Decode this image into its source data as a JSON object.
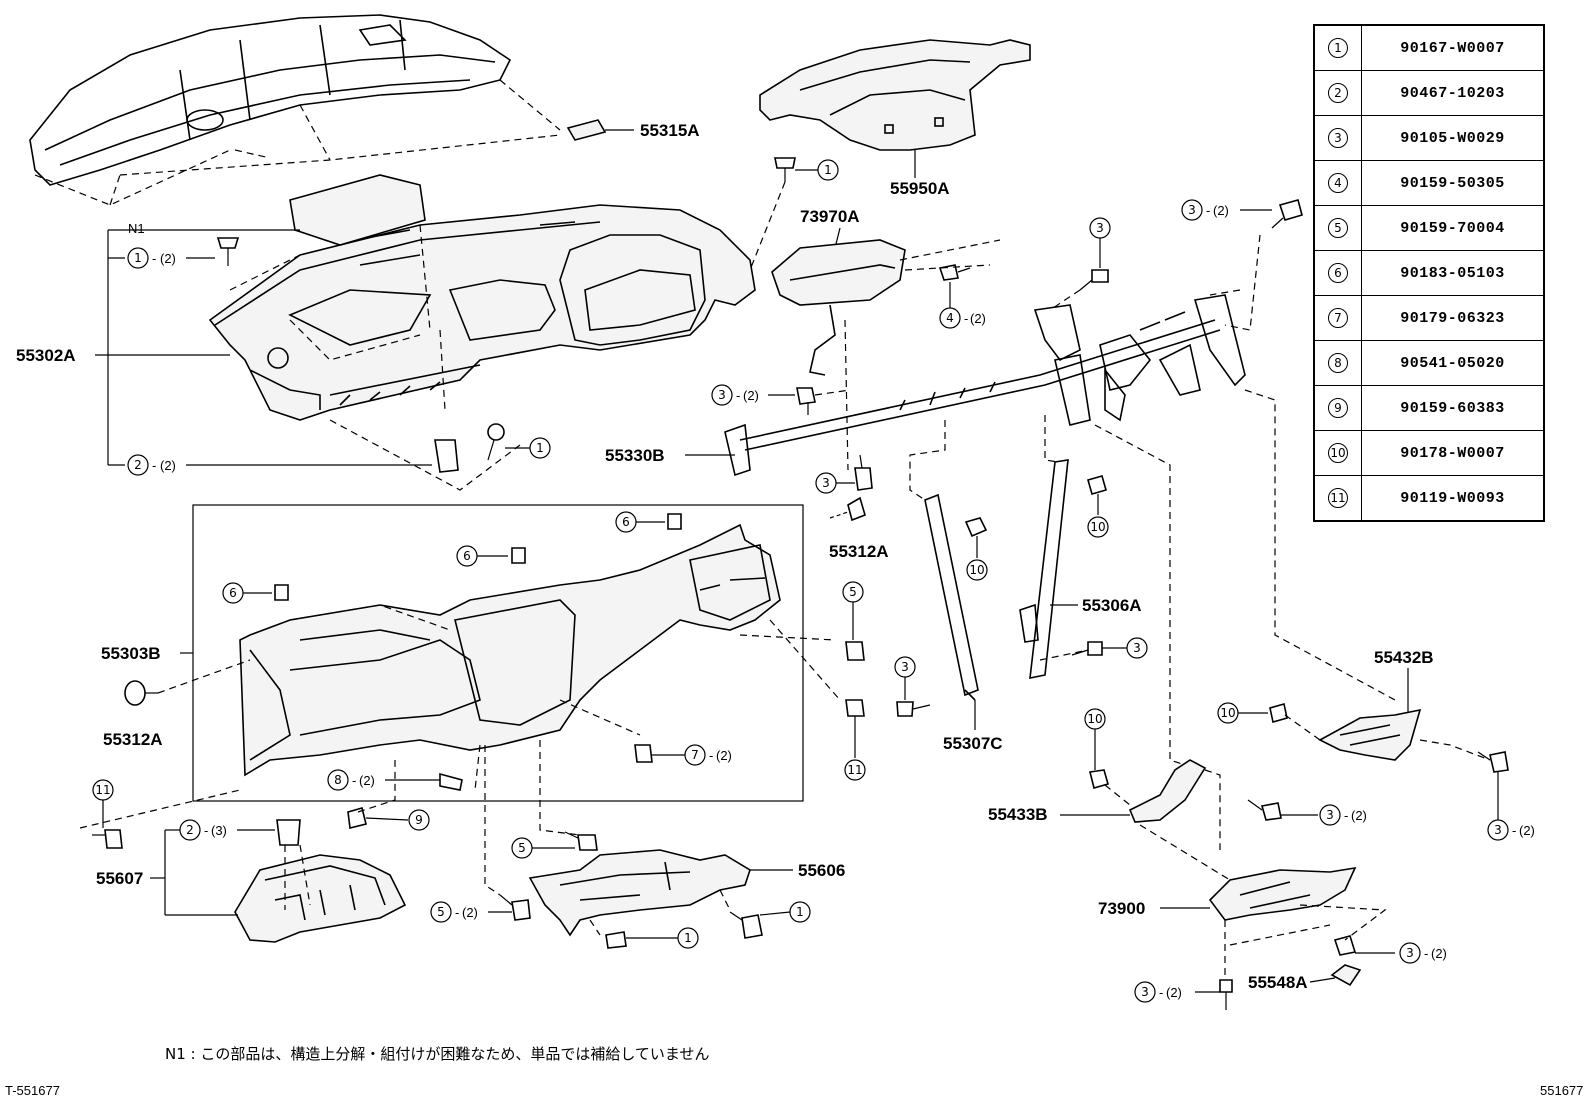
{
  "parts_table": [
    {
      "num": "1",
      "part": "90167-W0007"
    },
    {
      "num": "2",
      "part": "90467-10203"
    },
    {
      "num": "3",
      "part": "90105-W0029"
    },
    {
      "num": "4",
      "part": "90159-50305"
    },
    {
      "num": "5",
      "part": "90159-70004"
    },
    {
      "num": "6",
      "part": "90183-05103"
    },
    {
      "num": "7",
      "part": "90179-06323"
    },
    {
      "num": "8",
      "part": "90541-05020"
    },
    {
      "num": "9",
      "part": "90159-60383"
    },
    {
      "num": "10",
      "part": "90178-W0007"
    },
    {
      "num": "11",
      "part": "90119-W0093"
    }
  ],
  "part_labels": {
    "p55315A": "55315A",
    "p55950A": "55950A",
    "p73970A": "73970A",
    "p55302A": "55302A",
    "p55330B": "55330B",
    "p55312A_top": "55312A",
    "p55306A": "55306A",
    "p55303B": "55303B",
    "p55312A_left": "55312A",
    "p55307C": "55307C",
    "p55432B": "55432B",
    "p55433B": "55433B",
    "p55607": "55607",
    "p55606": "55606",
    "p73900": "73900",
    "p55548A": "55548A"
  },
  "qty": {
    "q2": "(2)",
    "q3": "(3)"
  },
  "n1": "N1",
  "footnote": "N1 : この部品は、構造上分解・組付けが困難なため、単品では補給していません",
  "footer_left": "T-551677",
  "footer_right": "551677"
}
